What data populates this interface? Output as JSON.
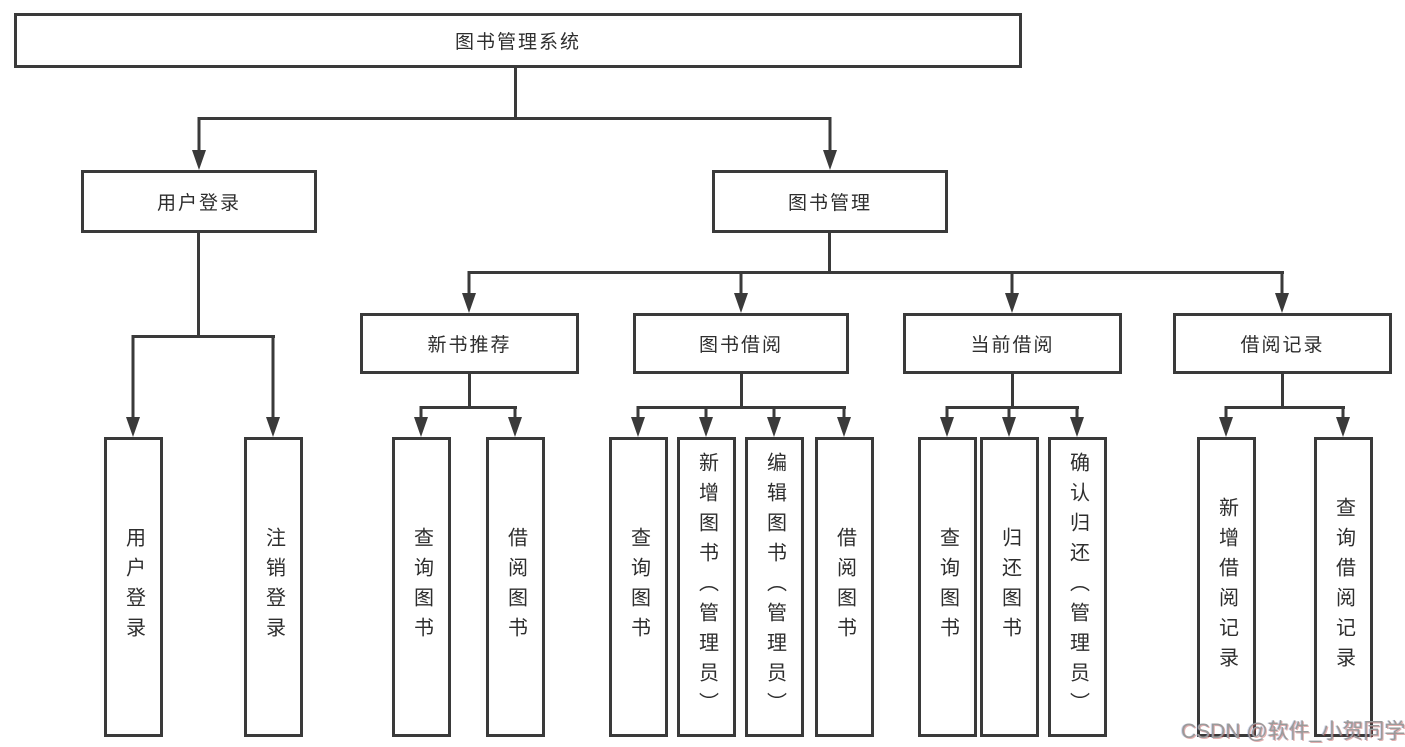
{
  "tree": {
    "root": {
      "label": "图书管理系统"
    },
    "level1": [
      {
        "label": "用户登录"
      },
      {
        "label": "图书管理"
      }
    ],
    "level2": [
      {
        "label": "新书推荐"
      },
      {
        "label": "图书借阅"
      },
      {
        "label": "当前借阅"
      },
      {
        "label": "借阅记录"
      }
    ],
    "leaves": [
      {
        "label": "用户登录"
      },
      {
        "label": "注销登录"
      },
      {
        "label": "查询图书"
      },
      {
        "label": "借阅图书"
      },
      {
        "label": "查询图书"
      },
      {
        "label": "新增图书（管理员）"
      },
      {
        "label": "编辑图书（管理员）"
      },
      {
        "label": "借阅图书"
      },
      {
        "label": "查询图书"
      },
      {
        "label": "归还图书"
      },
      {
        "label": "确认归还（管理员）"
      },
      {
        "label": "新增借阅记录"
      },
      {
        "label": "查询借阅记录"
      }
    ]
  },
  "watermark": {
    "text": "CSDN @软件_小贺同学"
  },
  "colors": {
    "line": "#3a3a3a",
    "text": "#2e2e2e",
    "watermark": "#9a9a9a",
    "background": "#ffffff"
  }
}
